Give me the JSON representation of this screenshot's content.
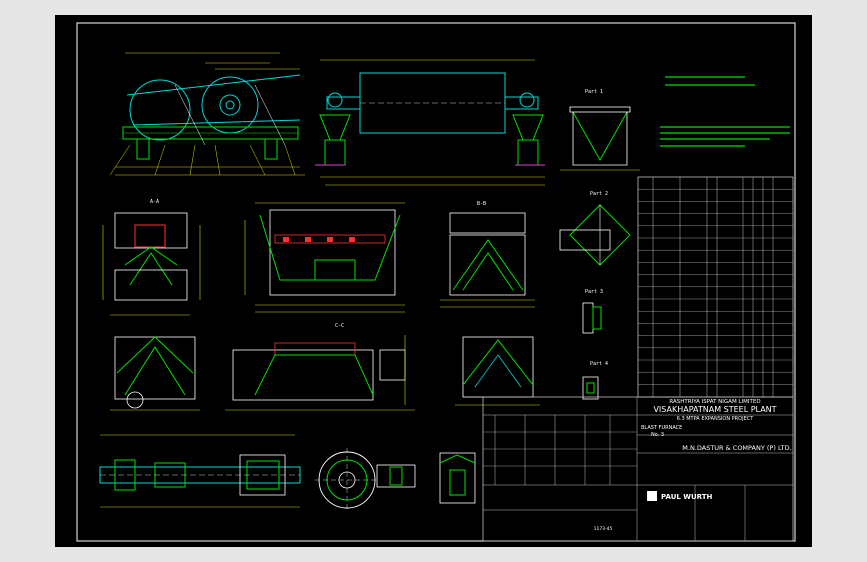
{
  "title_block": {
    "client_line_1": "RASHTRIYA ISPAT NIGAM LIMITED",
    "client_line_2": "VISAKHAPATNAM STEEL PLANT",
    "client_line_3": "6.3 MTPA EXPANSION PROJECT",
    "furnace_line_1": "BLAST FURNACE",
    "furnace_line_2": "No. 3",
    "consultant": "M.N.DASTUR & COMPANY (P) LTD.",
    "contractor": "PAUL WURTH",
    "drawing_no": "1173-45"
  },
  "views": {
    "section_a": "A-A",
    "section_b": "B-B",
    "section_c": "C-C",
    "detail_1": "Part 1",
    "detail_2": "Part 2",
    "detail_3": "Part 3",
    "detail_4": "Part 4"
  },
  "colors": {
    "background": "#000000",
    "sheet": "#e6e6e6",
    "outline": "#ffffff",
    "dimension": "#d9d900",
    "machine": "#00d8d8",
    "weld": "#00e000",
    "section": "#ff3030"
  }
}
